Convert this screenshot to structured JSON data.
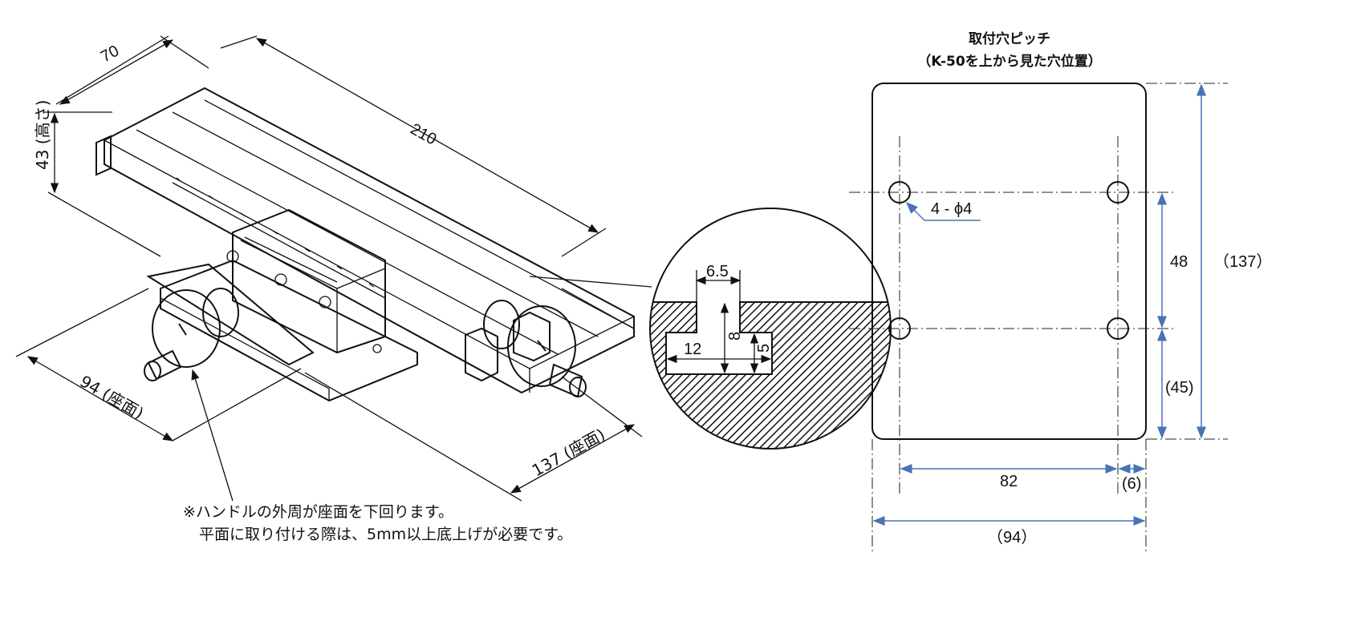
{
  "left_drawing": {
    "dims": {
      "depth": "70",
      "length": "210",
      "height": "43 (高さ)",
      "base_width": "94 (座面)",
      "base_length": "137 (座面)"
    },
    "slot_detail": {
      "top_width": "6.5",
      "slot_width": "12",
      "depth": "8",
      "slot_height": "5"
    },
    "note": {
      "line1": "※ハンドルの外周が座面を下回ります。",
      "line2": "平面に取り付ける際は、5mm以上底上げが必要です。"
    }
  },
  "right_drawing": {
    "title": "取付穴ピッチ",
    "subtitle": "（K-50を上から見た穴位置）",
    "hole_label": "4 - ϕ4",
    "dims": {
      "pitch_vertical": "48",
      "edge_bottom": "(45)",
      "overall_height": "（137）",
      "pitch_horizontal": "82",
      "edge_right": "(6)",
      "overall_width": "（94）"
    }
  },
  "colors": {
    "ink": "#111111",
    "dimension_blue": "#4a73b5"
  }
}
